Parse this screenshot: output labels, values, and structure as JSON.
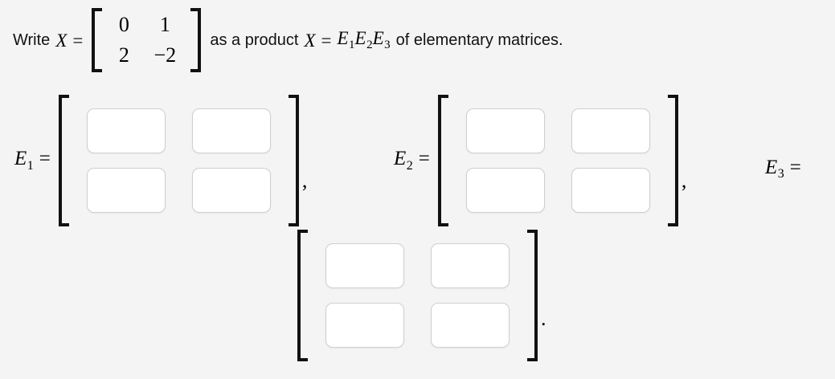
{
  "problem": {
    "lead_text": "Write",
    "x_symbol": "X",
    "equals": "=",
    "matrix_X": {
      "rows": [
        [
          "0",
          "1"
        ],
        [
          "2",
          "−2"
        ]
      ]
    },
    "mid_text": "as a product",
    "product_expression": {
      "x_symbol": "X",
      "equals": "=",
      "factors": [
        "E",
        "E",
        "E"
      ],
      "subscripts": [
        "1",
        "2",
        "3"
      ]
    },
    "tail_text": "of elementary matrices."
  },
  "answers": {
    "e1": {
      "label_base": "E",
      "label_sub": "1",
      "equals": "=",
      "cells": [
        "",
        "",
        "",
        ""
      ],
      "placeholders": [
        "",
        "",
        "",
        ""
      ],
      "trailing_punctuation": ","
    },
    "e2": {
      "label_base": "E",
      "label_sub": "2",
      "equals": "=",
      "cells": [
        "",
        "",
        "",
        ""
      ],
      "placeholders": [
        "",
        "",
        "",
        ""
      ],
      "trailing_punctuation": ","
    },
    "e3": {
      "label_base": "E",
      "label_sub": "3",
      "equals": "=",
      "cells": [
        "",
        "",
        "",
        ""
      ],
      "placeholders": [
        "",
        "",
        "",
        ""
      ],
      "trailing_punctuation": "."
    }
  },
  "colors": {
    "page_background": "#f4f4f4",
    "text": "#111111",
    "bracket": "#111111",
    "input_background": "#ffffff",
    "input_border": "#cfcfcf"
  }
}
